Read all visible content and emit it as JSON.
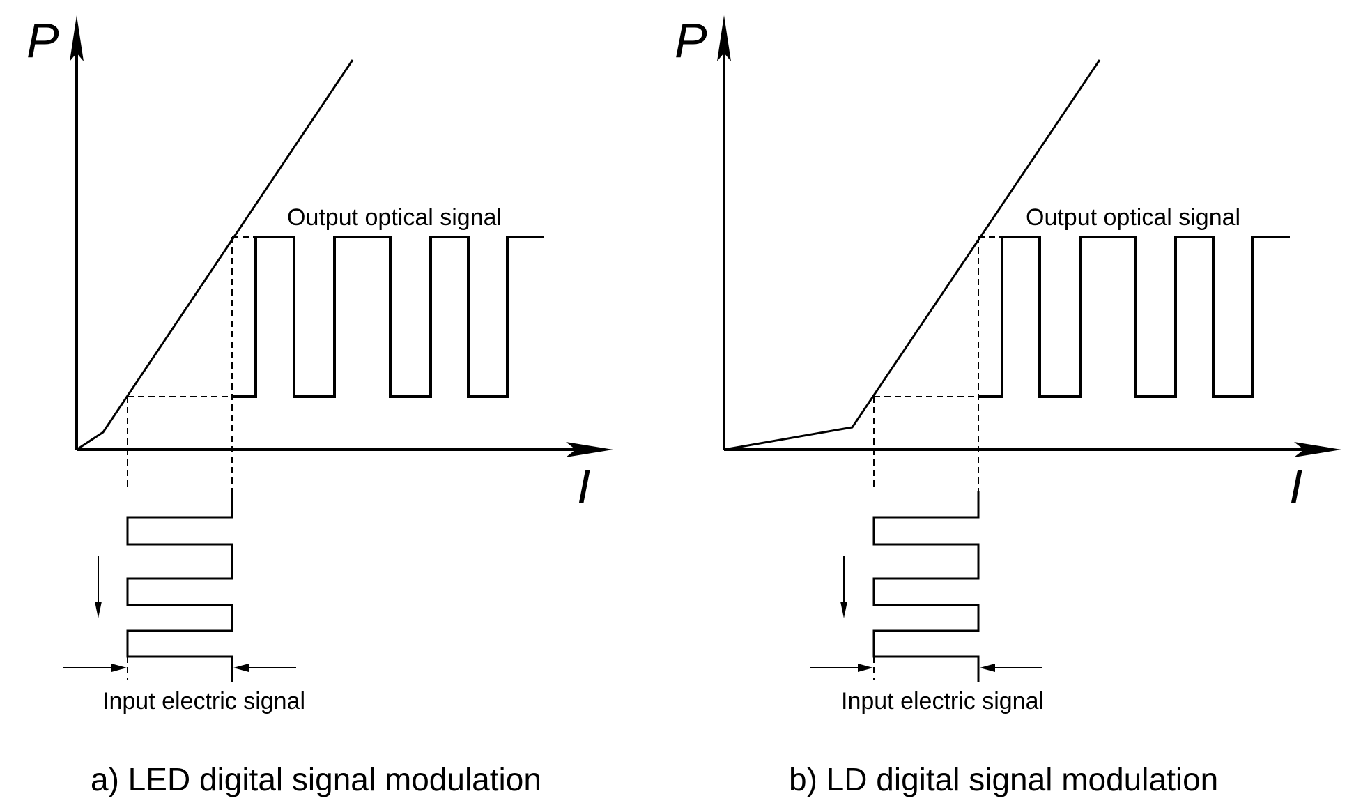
{
  "panels": [
    {
      "id": "led",
      "y_axis_label": "P",
      "x_axis_label": "I",
      "output_label": "Output optical signal",
      "input_label": "Input electric signal",
      "caption": "a) LED digital signal modulation"
    },
    {
      "id": "ld",
      "y_axis_label": "P",
      "x_axis_label": "I",
      "output_label": "Output optical signal",
      "input_label": "Input electric signal",
      "caption": "b) LD digital signal modulation"
    }
  ]
}
